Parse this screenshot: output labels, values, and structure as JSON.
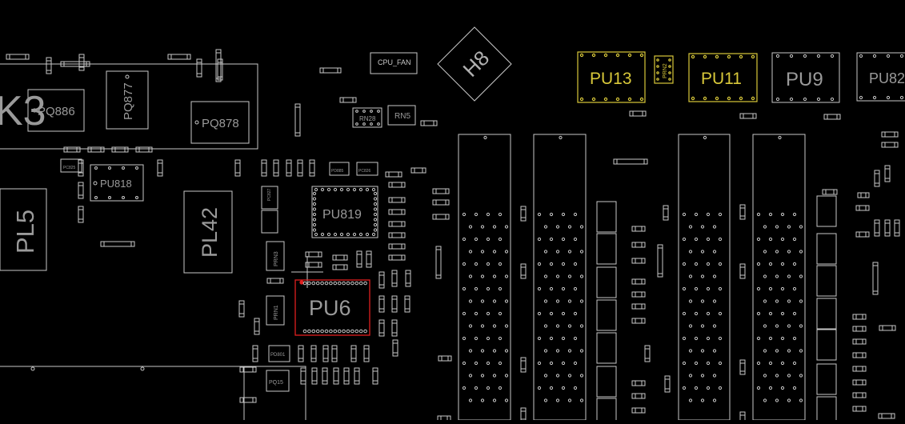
{
  "board": {
    "colors": {
      "background": "#000000",
      "outline": "#c8c8c8",
      "label": "#9a9a9a",
      "highlight_yellow": "#d8c83a",
      "selected_red": "#e02020"
    },
    "labels": {
      "k3": "K3",
      "pq886": "PQ886",
      "pq877": "PQ877",
      "pq878": "PQ878",
      "cpu_fan": "CPU_FAN",
      "h8": "H8",
      "rn28": "RN28",
      "rn5": "RN5",
      "pu13": "PU13",
      "prn2": "PRN2",
      "pu11": "PU11",
      "pu9": "PU9",
      "pu82": "PU82",
      "pu818": "PU818",
      "pl5": "PL5",
      "pl42": "PL42",
      "pu819": "PU819",
      "pu6": "PU6",
      "prn3": "PRN3",
      "prn1": "PRN1",
      "pq15": "PQ15",
      "pd801": "PD801",
      "pd885": "PD885",
      "pc826": "PC826",
      "pc827": "PC827",
      "pc825": "PC825"
    }
  }
}
